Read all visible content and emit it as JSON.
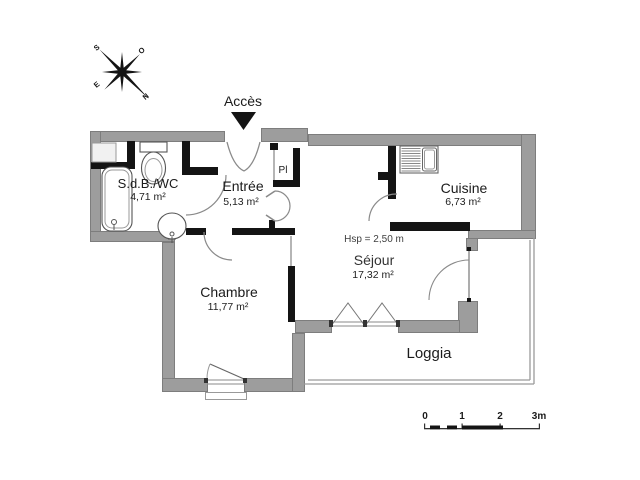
{
  "access": {
    "label": "Accès"
  },
  "compass": {
    "s": "S",
    "o": "O",
    "e": "E",
    "n": "N"
  },
  "rooms": [
    {
      "name": "S.d.B./WC",
      "area": "4,71 m²"
    },
    {
      "name": "Entrée",
      "area": "5,13 m²"
    },
    {
      "name": "Cuisine",
      "area": "6,73 m²"
    },
    {
      "name": "Séjour",
      "area": "17,32 m²",
      "ceiling_height": "Hsp = 2,50 m"
    },
    {
      "name": "Chambre",
      "area": "11,77 m²"
    },
    {
      "name": "Loggia"
    }
  ],
  "closet": {
    "label": "Pl"
  },
  "scale_bar": {
    "labels": [
      "0",
      "1",
      "2",
      "3m"
    ]
  },
  "icons": {
    "compass_rose": "compass-rose-icon",
    "entry_arrow": "entry-arrow-icon",
    "bathtub": "bathtub-icon",
    "toilet": "toilet-icon",
    "washbasin": "washbasin-icon",
    "kitchen_sink": "kitchen-sink-icon"
  },
  "colors": {
    "wall": "#9d9d9d",
    "wall_outline": "#7d7d7d",
    "partition": "#141414",
    "thin_line": "#8a8a8a",
    "background": "#ffffff",
    "text": "#1b1b1b"
  }
}
